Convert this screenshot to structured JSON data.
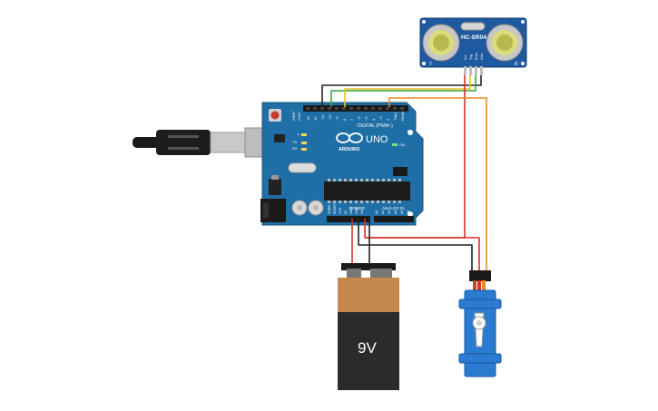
{
  "sensor": {
    "model": "HC-SR04",
    "pins": [
      "Vcc",
      "Trig",
      "Echo",
      "Gnd"
    ],
    "side_left": "T",
    "side_right": "R"
  },
  "arduino": {
    "logo": "ARDUINO",
    "model": "UNO",
    "digital_label": "DIGITAL (PWM~)",
    "power_label": "POWER",
    "analog_label": "ANALOG IN",
    "aref": "AREF",
    "gnd": "GND",
    "top_pins": [
      "13",
      "12",
      "~11",
      "~10",
      "~9",
      "8",
      "7",
      "~6",
      "~5",
      "4",
      "~3",
      "2",
      "TX▸1",
      "RX◂0"
    ],
    "power_pins": [
      "IOREF",
      "RESET",
      "3.3V",
      "5V",
      "GND",
      "GND",
      "Vin"
    ],
    "analog_pins": [
      "A0",
      "A1",
      "A2",
      "A3",
      "A4",
      "A5"
    ],
    "led_labels": [
      "L",
      "TX",
      "RX"
    ],
    "on_label": "ON"
  },
  "battery": {
    "label": "9V"
  },
  "colors": {
    "board": "#1f6ea6",
    "wire_black": "#222222",
    "wire_red": "#d9302a",
    "wire_green": "#3aa33a",
    "wire_yellow": "#e6c229",
    "wire_orange": "#e68a1f",
    "servo": "#2a7bd1",
    "battery_top": "#c6894c",
    "battery_body": "#2b2b2b"
  }
}
